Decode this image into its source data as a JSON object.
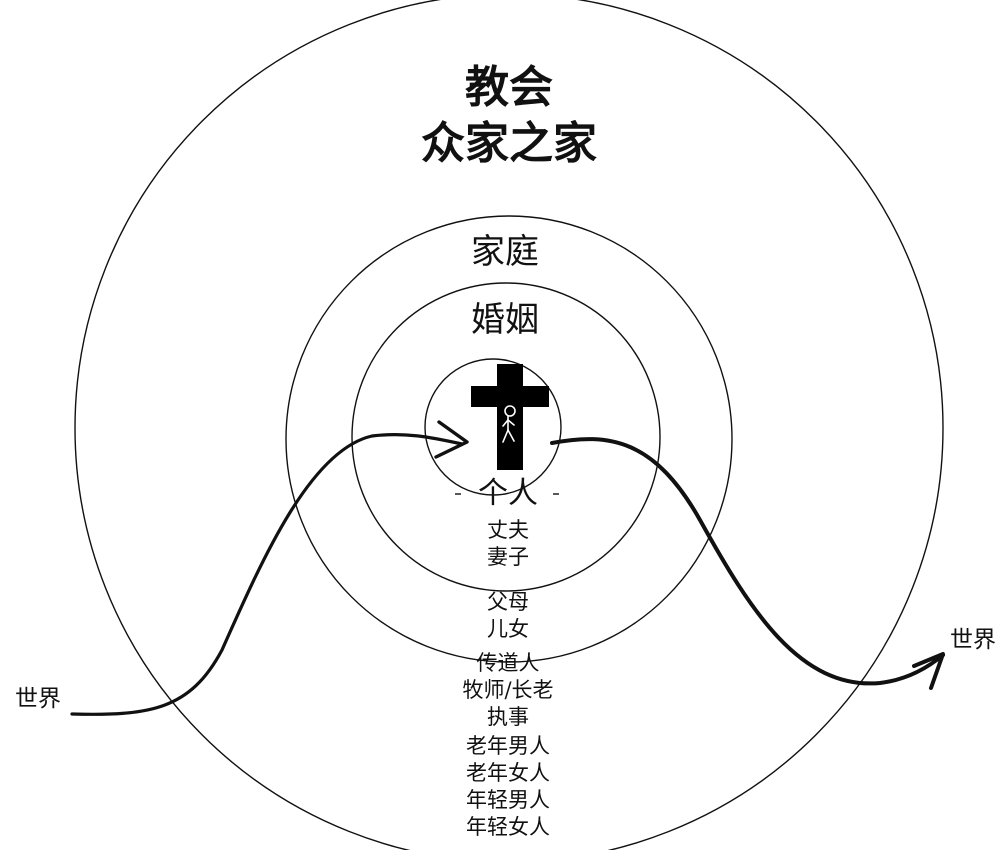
{
  "church": {
    "line1": "教会",
    "line2": "众家之家"
  },
  "family": "家庭",
  "marriage": "婚姻",
  "individual": "个人",
  "marriage_roles": [
    "丈夫",
    "妻子"
  ],
  "family_roles": [
    "父母",
    "儿女"
  ],
  "church_roles": [
    "传道人",
    "牧师/长老",
    "执事",
    "老年男人",
    "老年女人",
    "年轻男人",
    "年轻女人"
  ],
  "world_left": "世界",
  "world_right": "世界",
  "colors": {
    "ink": "#111111",
    "background": "#ffffff"
  },
  "icons": [
    "cross-icon",
    "stick-figure-icon",
    "arrowhead-icon"
  ]
}
